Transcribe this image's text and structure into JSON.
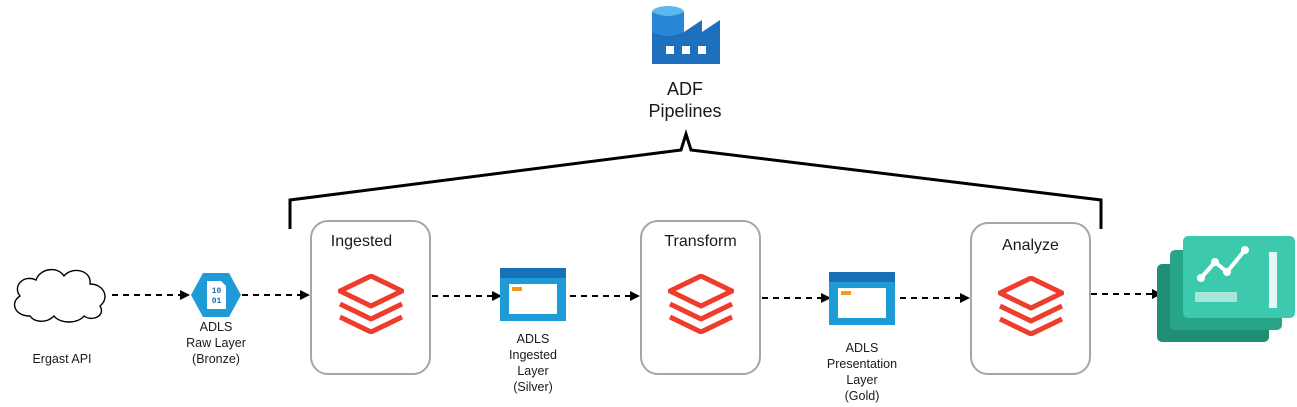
{
  "adf": {
    "line1": "ADF",
    "line2": "Pipelines"
  },
  "source": {
    "label": "Ergast API"
  },
  "raw_store": {
    "line1": "ADLS",
    "line2": "Raw Layer",
    "line3": "(Bronze)"
  },
  "ingested_store": {
    "line1": "ADLS",
    "line2": "Ingested",
    "line3": "Layer",
    "line4": "(Silver)"
  },
  "presentation_store": {
    "line1": "ADLS",
    "line2": "Presentation",
    "line3": "Layer",
    "line4": "(Gold)"
  },
  "stages": {
    "ingest": "Ingested",
    "transform": "Transform",
    "analyze": "Analyze"
  },
  "colors": {
    "databricks_red": "#ee3d2c",
    "adls_blue": "#1e9bd7",
    "adf_blue": "#1f6fbf",
    "dashboard_green": "#2fb899",
    "box_border": "#a6a6a6",
    "connector": "#000000"
  }
}
